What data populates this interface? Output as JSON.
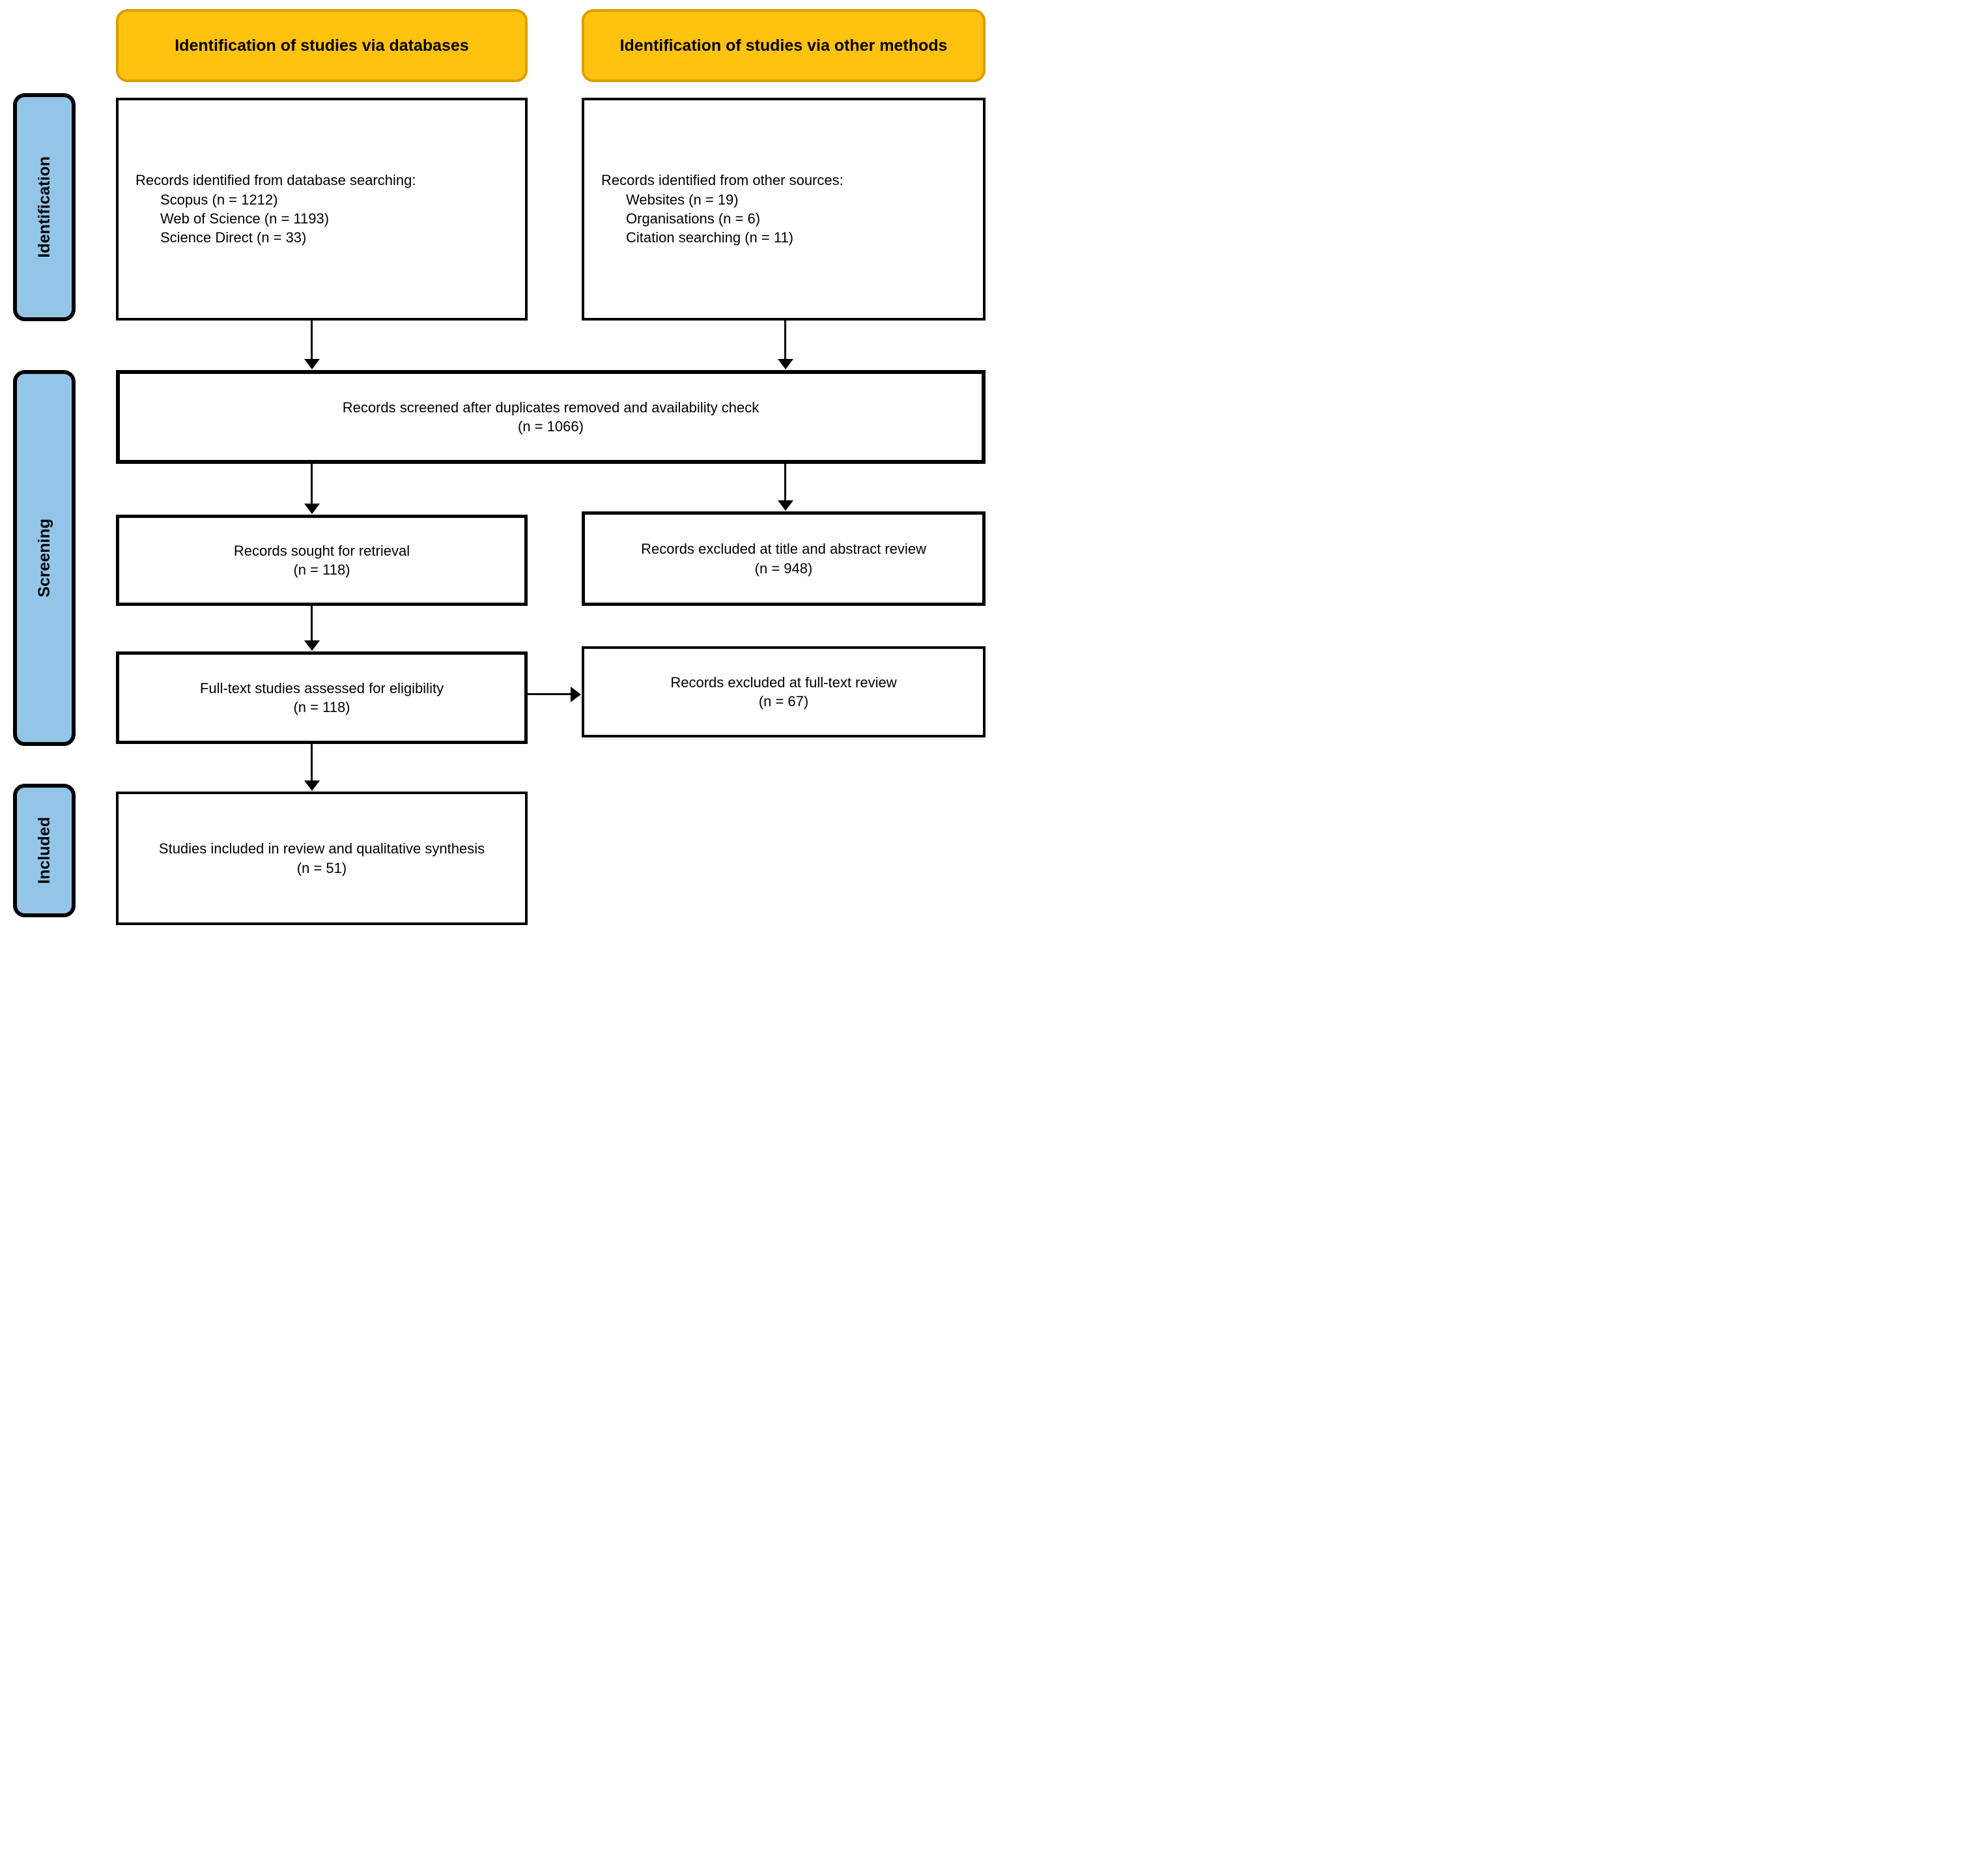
{
  "headers": [
    {
      "label": "Identification of studies via databases"
    },
    {
      "label": "Identification of studies via other methods"
    }
  ],
  "stages": [
    {
      "label": "Identification"
    },
    {
      "label": "Screening"
    },
    {
      "label": "Included"
    }
  ],
  "boxes": {
    "db_identification": {
      "intro": "Records identified from database searching:",
      "items": [
        "Scopus (n = 1212)",
        "Web of Science (n = 1193)",
        "Science Direct (n = 33)"
      ]
    },
    "other_identification": {
      "intro": "Records identified from other sources:",
      "items": [
        "Websites (n = 19)",
        "Organisations (n = 6)",
        "Citation searching (n = 11)"
      ]
    },
    "screened": {
      "line1": "Records screened after duplicates removed and availability check",
      "line2": "(n = 1066)"
    },
    "sought": {
      "line1": "Records sought for retrieval",
      "line2": "(n = 118)"
    },
    "excluded_title_abstract": {
      "line1": "Records excluded at title and abstract review",
      "line2": "(n = 948)"
    },
    "fulltext_assessed": {
      "line1": "Full-text studies assessed for eligibility",
      "line2": "(n = 118)"
    },
    "excluded_fulltext": {
      "line1": "Records excluded at full-text review",
      "line2": "(n = 67)"
    },
    "included": {
      "line1": "Studies included in review and qualitative synthesis",
      "line2": "(n = 51)"
    }
  },
  "colors": {
    "header_fill": "#FFC20E",
    "header_border": "#DA9E00",
    "stage_fill": "#93C5E8"
  }
}
